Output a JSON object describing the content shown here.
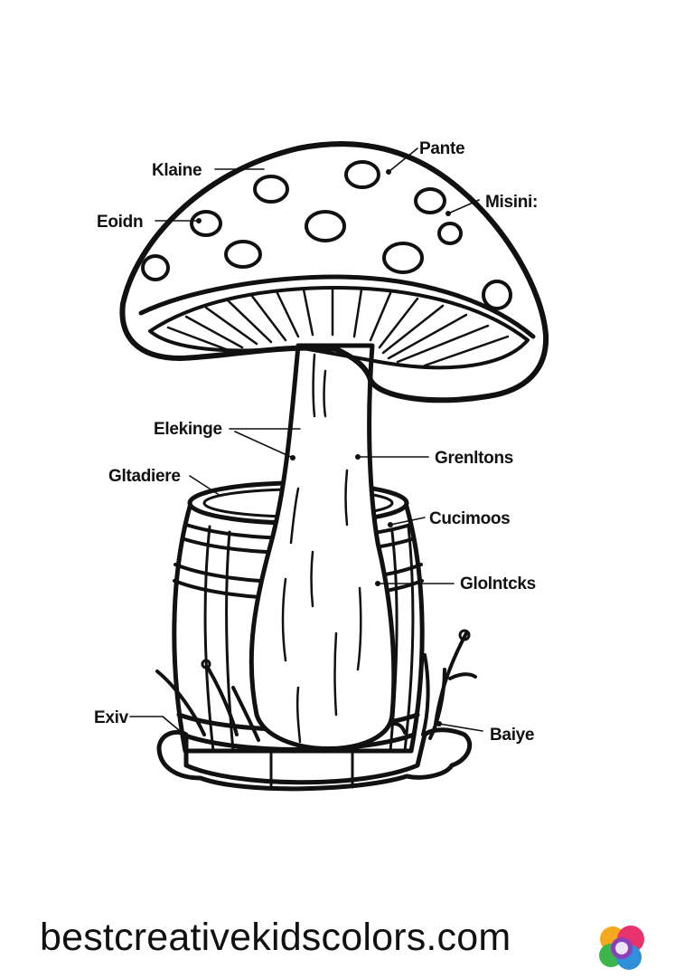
{
  "labels": {
    "pante": "Pante",
    "klaine": "Klaine",
    "misini": "Misini:",
    "eoidn": "Eoidn",
    "elekinge": "Elekinge",
    "grenltons": "Grenltons",
    "gltadiere": "Gltadiere",
    "cucimoos": "Cucimoos",
    "glolntcks": "Glolntcks",
    "exiv": "Exiv",
    "baiye": "Baiye"
  },
  "footer": {
    "site": "bestcreativekidscolors.com",
    "logo_icon": "rainbow-circle-logo-icon"
  },
  "colors": {
    "line": "#111111",
    "background": "#ffffff",
    "logo": [
      "#e8326e",
      "#f4a81d",
      "#3cb64a",
      "#2f8fd8",
      "#8b3fb8"
    ]
  }
}
